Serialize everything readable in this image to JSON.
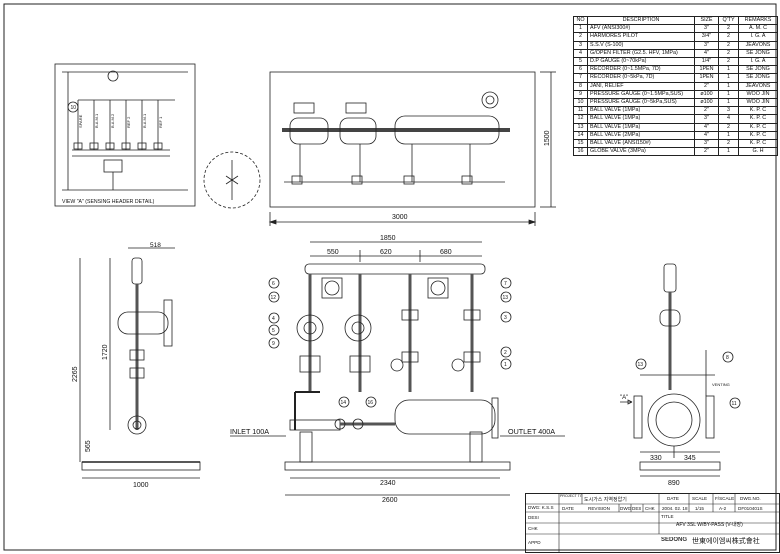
{
  "bom": {
    "headers": {
      "no": "NO",
      "description": "DESCRIPTION",
      "size": "SIZE",
      "qty": "Q'TY",
      "remarks": "REMARKS"
    },
    "rows": [
      {
        "no": "1",
        "description": "AFV (ANSI300#)",
        "size": "3\"",
        "qty": "2",
        "remarks": "A. M. C"
      },
      {
        "no": "2",
        "description": "HARMORES PILOT",
        "size": "3/4\"",
        "qty": "2",
        "remarks": "I. G. A"
      },
      {
        "no": "3",
        "description": "S.S.V (S-100)",
        "size": "3\"",
        "qty": "2",
        "remarks": "JEAVONS"
      },
      {
        "no": "4",
        "description": "G/OPEN FILTER (G2.5. HFV, 1MPa)",
        "size": "4\"",
        "qty": "2",
        "remarks": "SE JONG"
      },
      {
        "no": "5",
        "description": "D.P GAUGE (0~70kPa)",
        "size": "1/4\"",
        "qty": "2",
        "remarks": "I. G. A"
      },
      {
        "no": "6",
        "description": "RECORDER (0~1.5MPa, 7D)",
        "size": "1PEN",
        "qty": "1",
        "remarks": "SE JONG"
      },
      {
        "no": "7",
        "description": "RECORDER (0~5kPa, 7D)",
        "size": "1PEN",
        "qty": "1",
        "remarks": "SE JONG"
      },
      {
        "no": "8",
        "description": "JANI, RELIEF",
        "size": "2\"",
        "qty": "1",
        "remarks": "JEAVONS"
      },
      {
        "no": "9",
        "description": "PRESSURE GAUGE (0~1.5MPa,SUS)",
        "size": "ø100",
        "qty": "1",
        "remarks": "WOO JIN"
      },
      {
        "no": "10",
        "description": "PRESSURE GAUGE (0~5kPa,SUS)",
        "size": "ø100",
        "qty": "1",
        "remarks": "WOO JIN"
      },
      {
        "no": "11",
        "description": "BALL VALVE (1MPa)",
        "size": "2\"",
        "qty": "3",
        "remarks": "K. P. C"
      },
      {
        "no": "12",
        "description": "BALL VALVE (1MPa)",
        "size": "3\"",
        "qty": "4",
        "remarks": "K. P. C"
      },
      {
        "no": "13",
        "description": "BALL VALVE (1MPa)",
        "size": "4\"",
        "qty": "2",
        "remarks": "K. P. C"
      },
      {
        "no": "14",
        "description": "BALL VALVE (2MPa)",
        "size": "4\"",
        "qty": "1",
        "remarks": "K. P. C"
      },
      {
        "no": "15",
        "description": "BALL VALVE (ANSI150#)",
        "size": "3\"",
        "qty": "2",
        "remarks": "K. P. C"
      },
      {
        "no": "16",
        "description": "GLOBE VALVE (3MPa)",
        "size": "2\"",
        "qty": "1",
        "remarks": "G. H"
      }
    ]
  },
  "detail_view": {
    "caption": "VIEW \"A\" (SENSING HEADER DETAIL)",
    "callout": "10",
    "header_labels": [
      "SPARE",
      "B.A.M.1",
      "B.A.M.2",
      "REF 2",
      "B.A.M.1",
      "REF 1"
    ]
  },
  "dimensions": {
    "top_width": "3000",
    "top_height": "1500",
    "top_overall": "1850",
    "seg_1": "550",
    "seg_2": "620",
    "seg_3": "680",
    "left_top": "518",
    "left_height": "1720",
    "left_total": "2265",
    "left_bottom": "565",
    "left_width": "1000",
    "front_inner": "2340",
    "front_outer": "2600",
    "right_a": "330",
    "right_b": "345",
    "right_width": "890"
  },
  "labels": {
    "inlet": "INLET 100A",
    "outlet": "OUTLET 400A",
    "view_marker": "\"A\"",
    "venting": "VENTING"
  },
  "callouts": [
    "6",
    "12",
    "4",
    "5",
    "9",
    "14",
    "16",
    "7",
    "13",
    "3",
    "2",
    "1",
    "13",
    "8",
    "11"
  ],
  "title_block": {
    "project_label": "PROJECT TITLE",
    "project_title": "도시가스 지역정압기",
    "date_label": "DATE",
    "scale_label": "SCALE",
    "fscale_label": "F/SCALE",
    "dwg_no_label": "DWG.NO.",
    "dwg_label": "DWG: K.S.S",
    "date_value": "2004. 02. 18",
    "scale_value": "1/15",
    "fscale_value": "A-2",
    "dwg_no_value": "DF010401S",
    "desi_label": "DESI",
    "chk_label": "CHK",
    "appd_label": "APPD",
    "date_col": "DATE",
    "revision_col": "REVISION",
    "dwg_col": "DWG",
    "des_col": "DES",
    "chk_col": "CHK",
    "title_label": "TITLE",
    "title_value": "AFV 3SL W/BY-PASS (V-내장)",
    "company": "世東에이엠씨株式會社",
    "company_logo": "SEDONG"
  }
}
